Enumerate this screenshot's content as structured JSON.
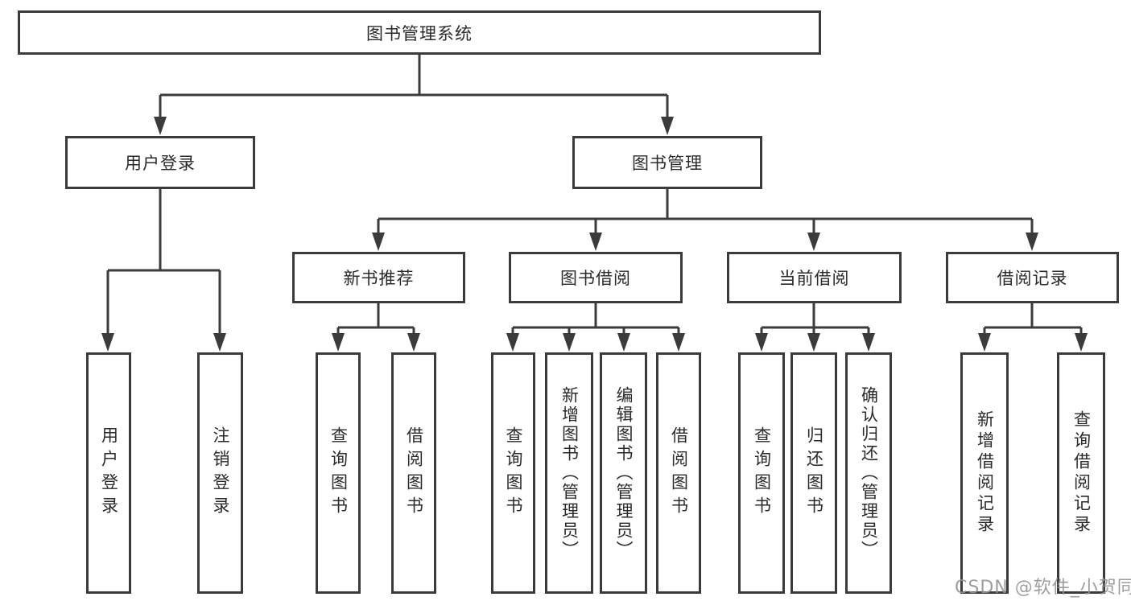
{
  "diagram_type": "hierarchy-tree",
  "nodes": {
    "root": "图书管理系统",
    "login": "用户登录",
    "manage": "图书管理",
    "login_children": [
      "用户登录",
      "注销登录"
    ],
    "manage_children": [
      "新书推荐",
      "图书借阅",
      "当前借阅",
      "借阅记录"
    ],
    "new_book_children": [
      "查询图书",
      "借阅图书"
    ],
    "borrow_children": [
      "查询图书",
      "新增图书（管理员）",
      "编辑图书（管理员）",
      "借阅图书"
    ],
    "current_children": [
      "查询图书",
      "归还图书",
      "确认归还（管理员）"
    ],
    "record_children": [
      "新增借阅记录",
      "查询借阅记录"
    ]
  },
  "watermark": "CSDN @软件_小贺同学",
  "colors": {
    "line": "#3b3b3b",
    "box_border": "#3b3b3b",
    "box_fill": "#ffffff",
    "text": "#2a2a2a",
    "watermark": "#949496",
    "background": "#ffffff"
  }
}
